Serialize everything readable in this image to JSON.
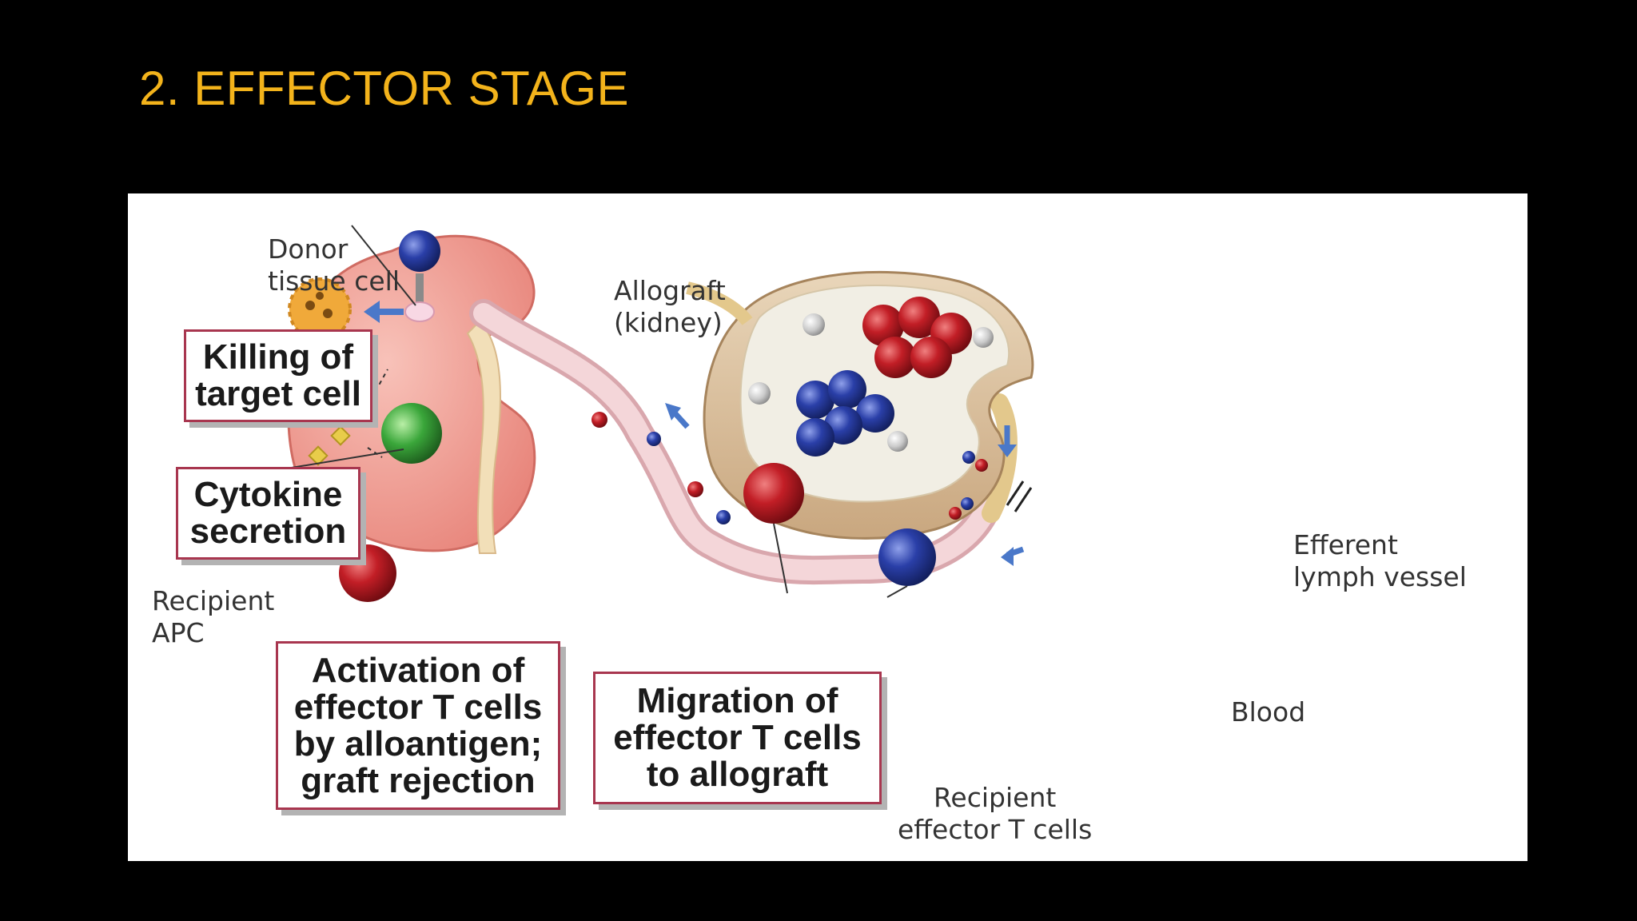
{
  "slide": {
    "title": "2. EFFECTOR STAGE"
  },
  "diagram": {
    "labels": {
      "donor_tissue_cell": [
        "Donor",
        "tissue cell"
      ],
      "allograft": [
        "Allograft",
        "(kidney)"
      ],
      "recipient_apc": [
        "Recipient",
        "APC"
      ],
      "efferent_lymph_vessel": [
        "Efferent",
        "lymph vessel"
      ],
      "blood": "Blood",
      "recipient_effector_t_cells": [
        "Recipient",
        "effector T cells"
      ]
    },
    "boxes": {
      "killing": [
        "Killing of",
        "target cell"
      ],
      "cytokine": [
        "Cytokine",
        "secretion"
      ],
      "activation": [
        "Activation of",
        "effector T cells",
        "by alloantigen;",
        "graft rejection"
      ],
      "migration": [
        "Migration of",
        "effector T cells",
        "to allograft"
      ]
    },
    "colors": {
      "title": "#f3b31b",
      "kidney": "#f2a39a",
      "lymph_node": "#e8d2b4",
      "effector_cell_red": "#c21e26",
      "naive_cell_blue": "#2a3fa8",
      "cytokine_cell_green": "#3aa63a",
      "box_border": "#a8364f"
    }
  }
}
